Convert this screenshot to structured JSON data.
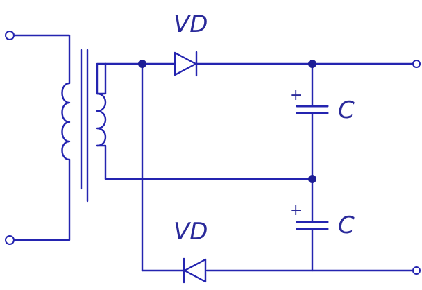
{
  "diagram": {
    "type": "circuit-schematic",
    "color": "#2424b0",
    "node_color": "#1e1e96",
    "components": {
      "diode_top": {
        "label": "VD"
      },
      "diode_bottom": {
        "label": "VD"
      },
      "capacitor_top": {
        "label": "C",
        "polarity": "+"
      },
      "capacitor_bottom": {
        "label": "C",
        "polarity": "+"
      }
    }
  }
}
